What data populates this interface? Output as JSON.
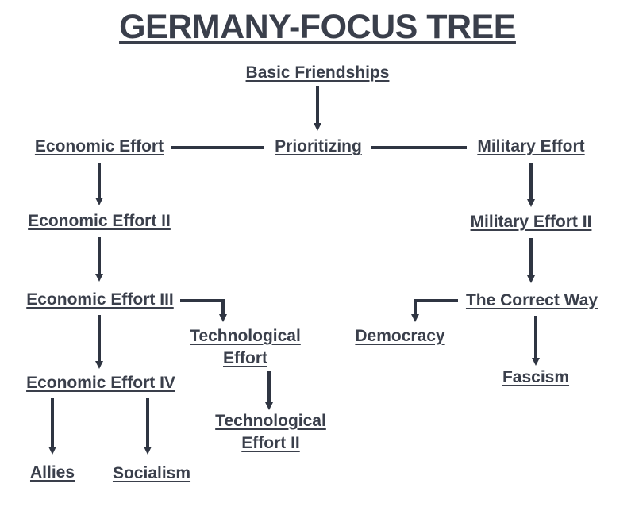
{
  "title": "GERMANY-FOCUS TREE",
  "nodes": {
    "basic_friendships": "Basic Friendships",
    "prioritizing": "Prioritizing",
    "economic_effort": "Economic Effort",
    "economic_effort_2": "Economic Effort II",
    "economic_effort_3": "Economic Effort III",
    "economic_effort_4": "Economic Effort IV",
    "technological_effort_line1": "Technological",
    "technological_effort_line2": "Effort",
    "technological_effort_2_line1": "Technological",
    "technological_effort_2_line2": "Effort II",
    "allies": "Allies",
    "socialism": "Socialism",
    "military_effort": "Military Effort",
    "military_effort_2": "Military Effort II",
    "the_correct_way": "The Correct Way",
    "democracy": "Democracy",
    "fascism": "Fascism"
  },
  "colors": {
    "text": "#3a3f4b",
    "connector": "#2f3542",
    "background": "#ffffff"
  }
}
